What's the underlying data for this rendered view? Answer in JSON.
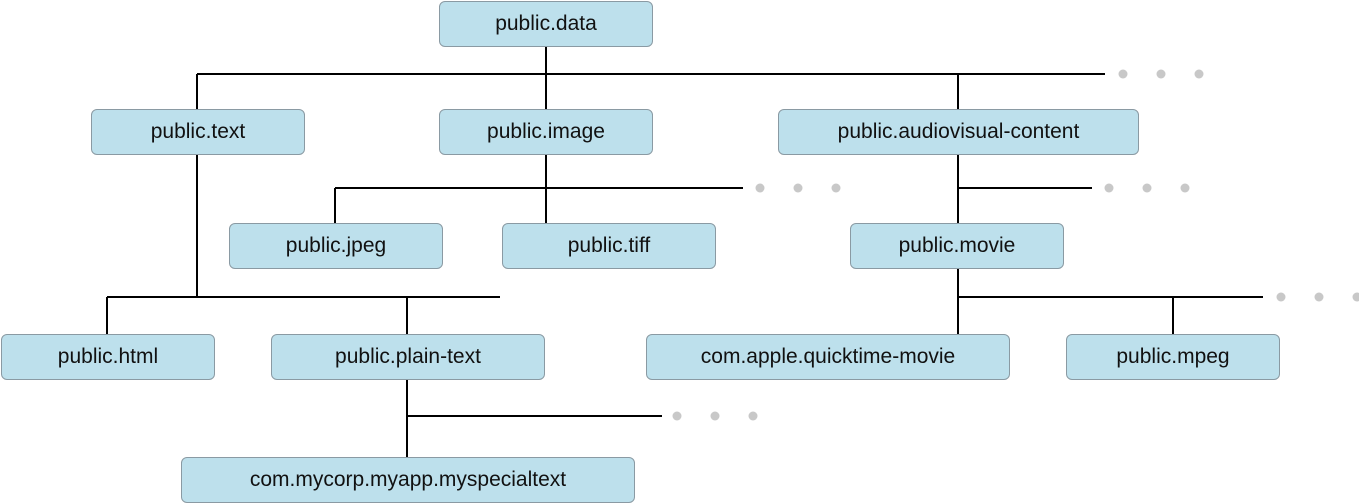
{
  "diagram": {
    "line_color": "#000000",
    "node_fill": "#bde0ec",
    "node_border": "#8a9aa3",
    "continuation_dot_color": "#c8c8c8",
    "nodes": {
      "public_data": "public.data",
      "public_text": "public.text",
      "public_image": "public.image",
      "public_audiovisual_content": "public.audiovisual-content",
      "public_jpeg": "public.jpeg",
      "public_tiff": "public.tiff",
      "public_movie": "public.movie",
      "public_html": "public.html",
      "public_plain_text": "public.plain-text",
      "com_apple_quicktime_movie": "com.apple.quicktime-movie",
      "public_mpeg": "public.mpeg",
      "com_mycorp_myapp_myspecialtext": "com.mycorp.myapp.myspecialtext"
    },
    "edges": [
      [
        "public_data",
        "public_text"
      ],
      [
        "public_data",
        "public_image"
      ],
      [
        "public_data",
        "public_audiovisual_content"
      ],
      [
        "public_image",
        "public_jpeg"
      ],
      [
        "public_image",
        "public_tiff"
      ],
      [
        "public_audiovisual_content",
        "public_movie"
      ],
      [
        "public_text",
        "public_html"
      ],
      [
        "public_text",
        "public_plain_text"
      ],
      [
        "public_movie",
        "com_apple_quicktime_movie"
      ],
      [
        "public_movie",
        "public_mpeg"
      ],
      [
        "public_plain_text",
        "com_mycorp_myapp_myspecialtext"
      ]
    ]
  }
}
